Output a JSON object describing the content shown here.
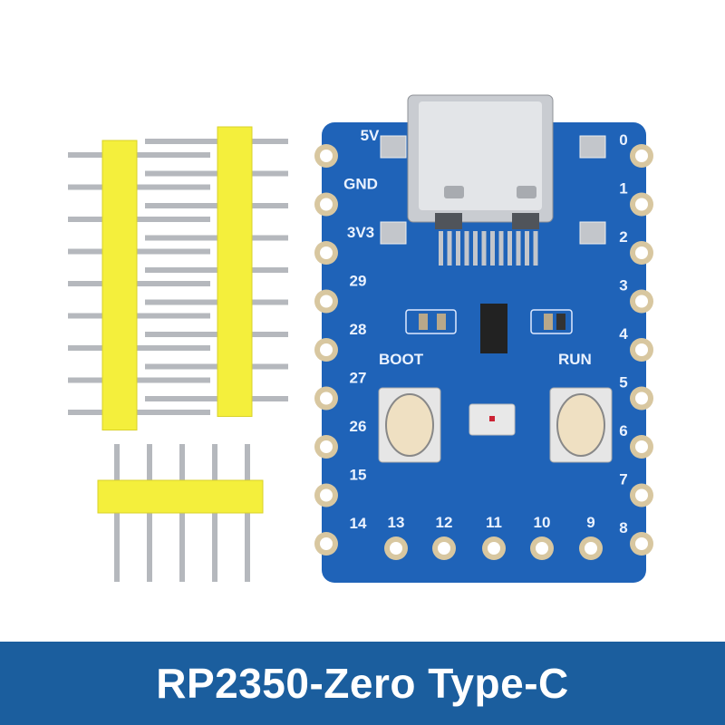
{
  "product": {
    "title": "RP2350-Zero Type-C",
    "board_labels": {
      "left": [
        "5V",
        "GND",
        "3V3",
        "29",
        "28",
        "27",
        "26",
        "15",
        "14"
      ],
      "right": [
        "0",
        "1",
        "2",
        "3",
        "4",
        "5",
        "6",
        "7",
        "8"
      ],
      "bottom": [
        "13",
        "12",
        "11",
        "10",
        "9"
      ],
      "boot": "BOOT",
      "run": "RUN"
    }
  },
  "colors": {
    "banner": "#1b5e9e",
    "pcb": "#1f63b8",
    "header": "#f4ef3c",
    "pad": "#d8c7a0"
  }
}
